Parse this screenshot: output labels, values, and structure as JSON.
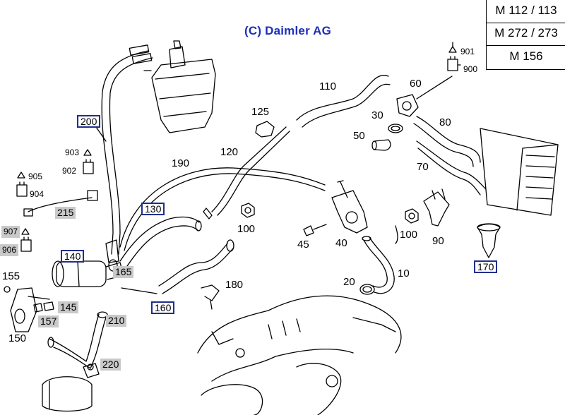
{
  "copyright": "(C) Daimler AG",
  "engines": [
    "M 112 / 113",
    "M 272 / 273",
    "M 156"
  ],
  "labels": {
    "p10": "10",
    "p20": "20",
    "p30": "30",
    "p40": "40",
    "p45": "45",
    "p50": "50",
    "p60": "60",
    "p70": "70",
    "p80": "80",
    "p90": "90",
    "p100a": "100",
    "p100b": "100",
    "p110": "110",
    "p120": "120",
    "p125": "125",
    "p130": "130",
    "p140": "140",
    "p145": "145",
    "p150": "150",
    "p155": "155",
    "p157": "157",
    "p160": "160",
    "p165": "165",
    "p170": "170",
    "p180": "180",
    "p190": "190",
    "p200": "200",
    "p210": "210",
    "p215": "215",
    "p220": "220",
    "p900": "900",
    "p901": "901",
    "p902": "902",
    "p903": "903",
    "p904": "904",
    "p905": "905",
    "p906": "906",
    "p907": "907"
  }
}
